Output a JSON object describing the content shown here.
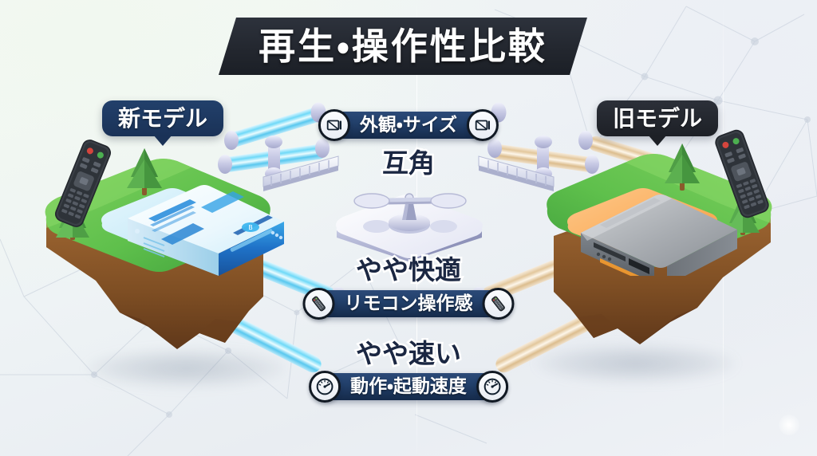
{
  "meta": {
    "title": "再生・操作性比較",
    "domain": "infographic-comparison-slide"
  },
  "header": {
    "title": "再生・操作性比較"
  },
  "models": {
    "left": {
      "label": "新モデル",
      "badge_color": "#1a3257",
      "device": "blu-ray-player",
      "device_color": "#2e8fe6",
      "mat_color": "#bfe6f7"
    },
    "right": {
      "label": "旧モデル",
      "badge_color": "#1d2026",
      "device": "vcr-dvd-player",
      "device_color": "#9aa0a6",
      "mat_color": "#f5a councils"
    }
  },
  "comparisons": [
    {
      "id": "appearance",
      "label": "外観・サイズ",
      "verdict": "互角",
      "icon": "monitor-size-icon",
      "left_tube_color": "#63d4f5",
      "right_tube_color": "#e8c79a"
    },
    {
      "id": "remote-feel",
      "label": "リモコン操作感",
      "verdict": "やや快適",
      "icon": "remote-control-icon",
      "left_tube_color": "#63d4f5",
      "right_tube_color": "#e8c79a"
    },
    {
      "id": "speed",
      "label": "動作・起動速度",
      "verdict": "やや速い",
      "icon": "speedometer-icon",
      "left_tube_color": "#63d4f5",
      "right_tube_color": "#e8c79a"
    }
  ],
  "center": {
    "icon": "balance-scale-icon",
    "platform_color": "#eceefa"
  },
  "palette": {
    "banner_dark": "#23272f",
    "pill_navy": "#22406b",
    "grass_green": "#5bbf4e",
    "dirt_brown": "#8a5a2b",
    "background": "#eef3f5"
  }
}
